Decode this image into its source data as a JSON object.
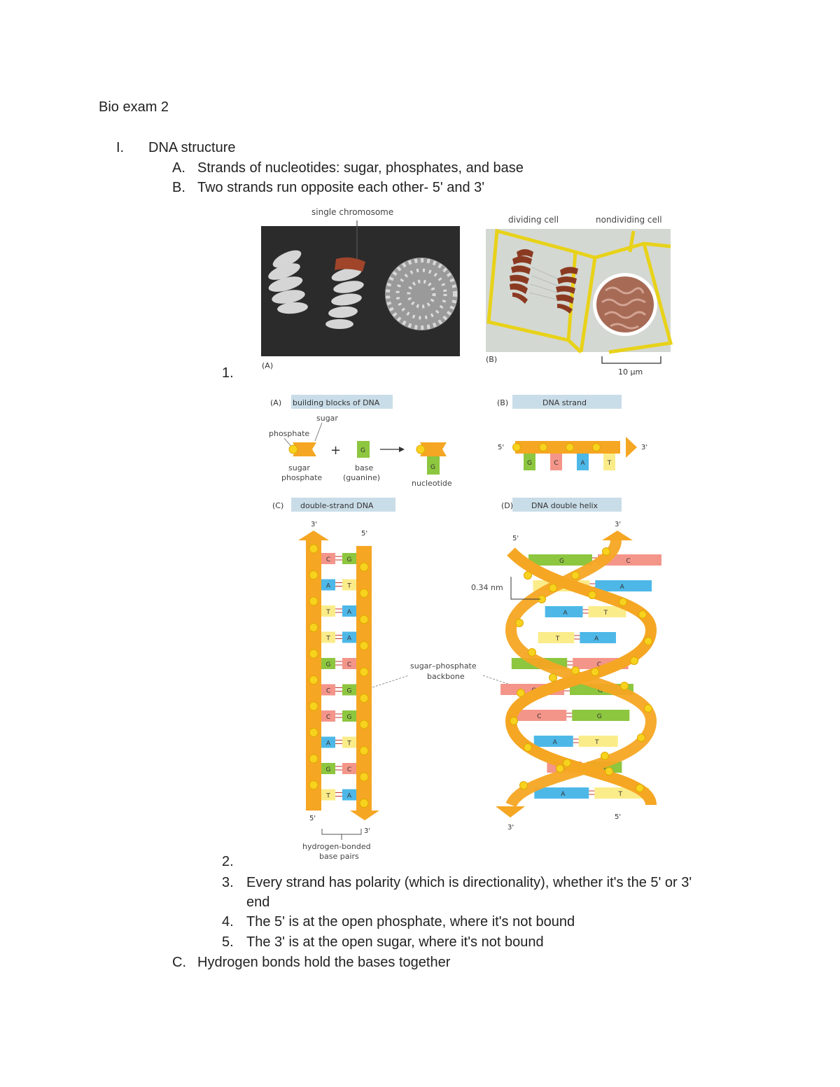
{
  "doc": {
    "title": "Bio exam 2",
    "section1": {
      "marker": "I.",
      "text": "DNA structure"
    },
    "itemA": {
      "marker": "A.",
      "text": "Strands of nucleotides: sugar, phosphates, and base"
    },
    "itemB": {
      "marker": "B.",
      "text": "Two strands run opposite each other- 5' and 3'"
    },
    "sub1": {
      "marker": "1."
    },
    "sub2": {
      "marker": "2."
    },
    "sub3": {
      "marker": "3.",
      "line1": "Every strand has polarity (which is directionality), whether it's the 5' or 3'",
      "line2": "end"
    },
    "sub4": {
      "marker": "4.",
      "text": "The 5' is at the open phosphate, where it's not bound"
    },
    "sub5": {
      "marker": "5.",
      "text": "The 3' is at the open sugar, where it's not bound"
    },
    "itemC": {
      "marker": "C.",
      "text": "Hydrogen bonds hold the bases together"
    }
  },
  "figure1": {
    "label_single_chromosome": "single chromosome",
    "label_dividing": "dividing cell",
    "label_nondividing": "nondividing cell",
    "panel_a": "(A)",
    "panel_b": "(B)",
    "scale": "10 µm"
  },
  "figure2": {
    "panel_a": "(A)",
    "title_a": "building blocks of DNA",
    "panel_b": "(B)",
    "title_b": "DNA strand",
    "panel_c": "(C)",
    "title_c": "double-strand DNA",
    "panel_d": "(D)",
    "title_d": "DNA double helix",
    "sugar": "sugar",
    "phosphate": "phosphate",
    "sugar_phosphate_1": "sugar",
    "sugar_phosphate_2": "phosphate",
    "base_1": "base",
    "base_2": "(guanine)",
    "nucleotide": "nucleotide",
    "plus": "+",
    "base_g": "G",
    "prime5": "5'",
    "prime3": "3'",
    "strand_bases": [
      "G",
      "C",
      "A",
      "T"
    ],
    "ladder_pairs": [
      [
        "C",
        "G"
      ],
      [
        "A",
        "T"
      ],
      [
        "T",
        "A"
      ],
      [
        "T",
        "A"
      ],
      [
        "G",
        "C"
      ],
      [
        "C",
        "G"
      ],
      [
        "C",
        "G"
      ],
      [
        "A",
        "T"
      ],
      [
        "G",
        "C"
      ],
      [
        "T",
        "A"
      ]
    ],
    "helix_pairs": [
      [
        "G",
        "C"
      ],
      [
        "T",
        "A"
      ],
      [
        "A",
        "T"
      ],
      [
        "T",
        "A"
      ],
      [
        "G",
        "C"
      ],
      [
        "C",
        "G"
      ],
      [
        "C",
        "G"
      ],
      [
        "A",
        "T"
      ],
      [
        "C",
        "G"
      ],
      [
        "A",
        "T"
      ]
    ],
    "backbone_1": "sugar–phosphate",
    "backbone_2": "backbone",
    "hbond_1": "hydrogen-bonded",
    "hbond_2": "base pairs",
    "rise": "0.34 nm"
  },
  "colors": {
    "backbone": "#f5a623",
    "phosphate": "#f7d21e",
    "G": "#8dc63f",
    "C": "#f4958a",
    "A": "#4db8e8",
    "T": "#fbec8a",
    "header": "#c9dde8",
    "wall": "#e8d21a",
    "chromosome": "#8b3a22"
  }
}
